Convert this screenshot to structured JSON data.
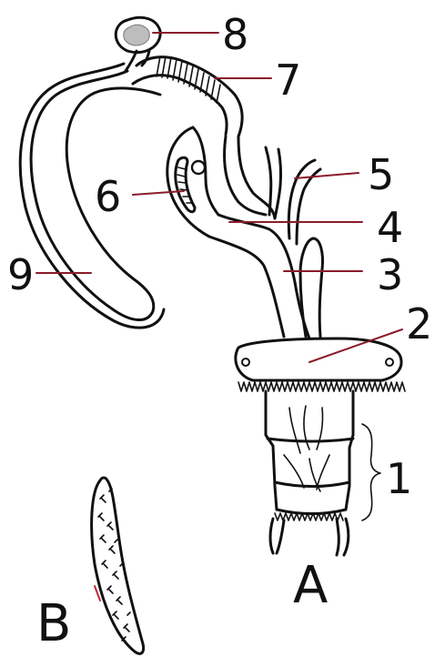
{
  "figure": {
    "labels": {
      "n1": "1",
      "n2": "2",
      "n3": "3",
      "n4": "4",
      "n5": "5",
      "n6": "6",
      "n7": "7",
      "n8": "8",
      "n9": "9",
      "A": "A",
      "B": "B"
    },
    "colors": {
      "ink": "#111111",
      "leader": "#8a1c2b",
      "background": "#ffffff"
    }
  }
}
